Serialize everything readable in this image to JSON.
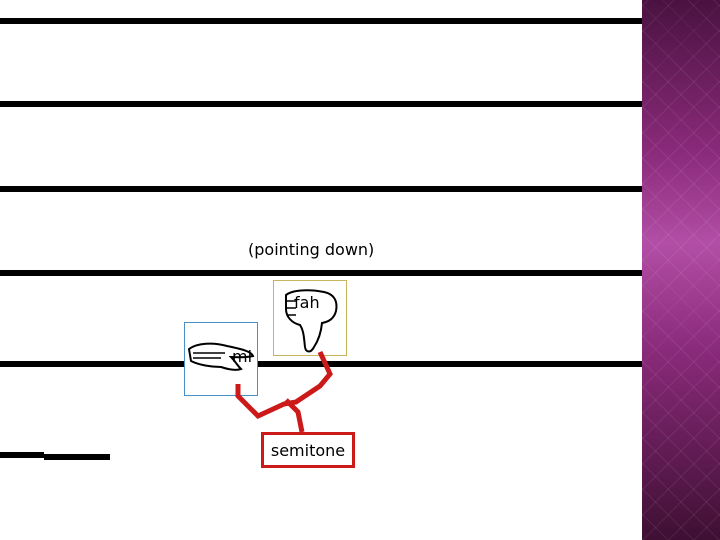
{
  "slide": {
    "annotation": "(pointing down)",
    "signs": {
      "fah": "fah",
      "mi": "mi"
    },
    "interval_label": "semitone"
  },
  "colors": {
    "bracket": "#cc1a1a",
    "fah_border": "#c8b45a",
    "mi_border": "#4b8fc7",
    "sidebar": "#8a2a7a"
  },
  "icons": [
    "hand-pointing-down-icon",
    "hand-flat-icon"
  ]
}
